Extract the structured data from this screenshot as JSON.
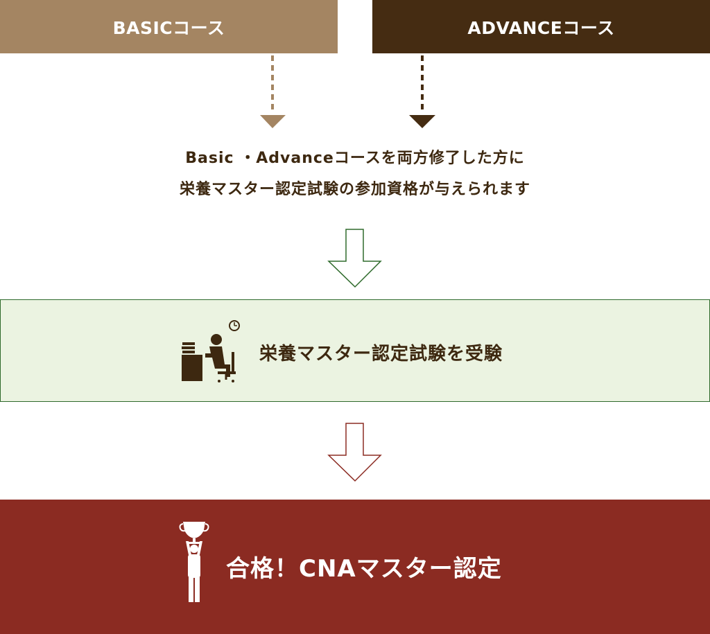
{
  "courses": {
    "basic": {
      "label": "BASICコース",
      "color": "#a48562"
    },
    "advance": {
      "label": "ADVANCEコース",
      "color": "#452c12"
    }
  },
  "info": {
    "line1": "Basic ・Advanceコースを両方修了した方に",
    "line2": "栄養マスター認定試験の参加資格が与えられます"
  },
  "exam": {
    "label": "栄養マスター認定試験を受験",
    "icon": "exam-desk-icon",
    "background": "#ebf3e1",
    "border": "#2e6a2b"
  },
  "result": {
    "label": "合格！CNAマスター認定",
    "icon": "trophy-person-icon",
    "background": "#8b2b22"
  }
}
